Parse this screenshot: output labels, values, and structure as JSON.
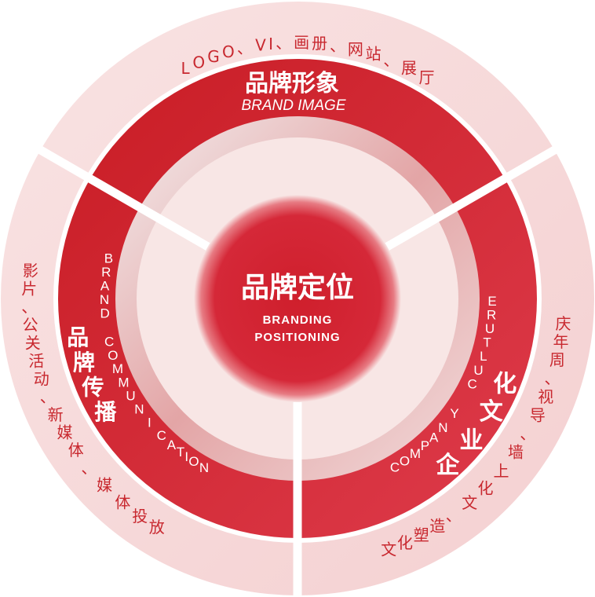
{
  "center": {
    "title": "品牌定位",
    "subtitle_line1": "BRANDING",
    "subtitle_line2": "POSITIONING"
  },
  "segments": [
    {
      "id": "brand-image",
      "title": "品牌形象",
      "subtitle": "BRAND IMAGE",
      "items": "LOGO、VI、画册、网站、展厅"
    },
    {
      "id": "brand-communication",
      "title": "品牌传播",
      "subtitle": "BRAND COMMUNICATION",
      "items": "影片、公关活动、新媒体、媒体投放"
    },
    {
      "id": "company-culture",
      "title": "企业文化",
      "subtitle": "COMPANY CULTURE",
      "items": "文化塑造、文化上墙、导视、周年庆"
    }
  ],
  "colors": {
    "primary_red": "#cc1f27",
    "accent_red": "#dc3a4a",
    "outer_pink": "#f6d9d9",
    "inner_pale": "#f8e6e5"
  }
}
